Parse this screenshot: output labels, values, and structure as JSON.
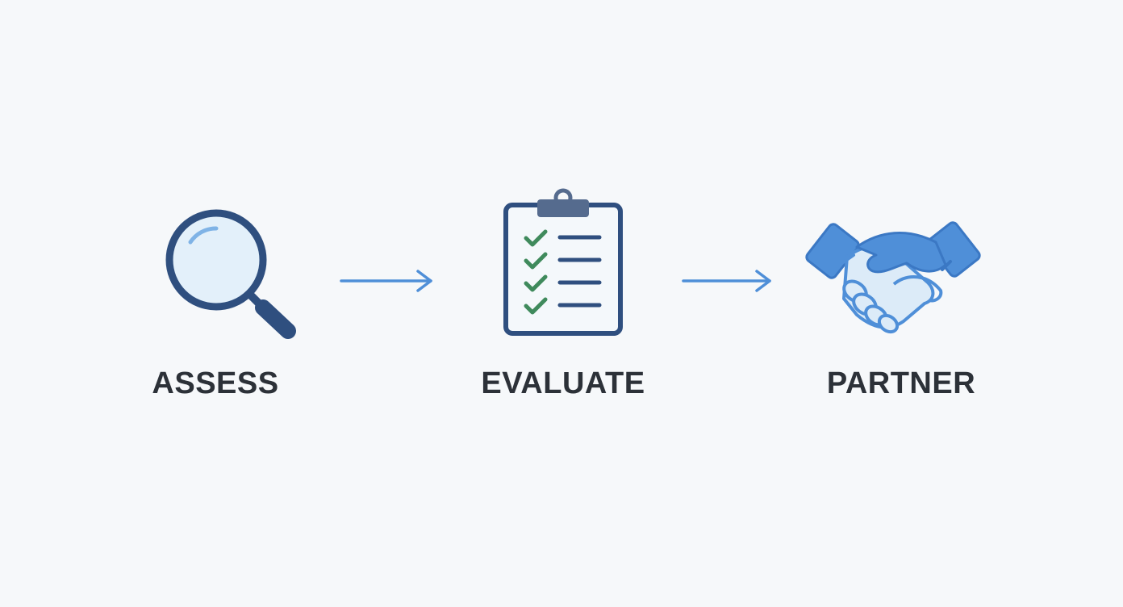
{
  "diagram": {
    "steps": [
      {
        "label": "ASSESS",
        "icon": "magnifying-glass-icon"
      },
      {
        "label": "EVALUATE",
        "icon": "clipboard-checklist-icon"
      },
      {
        "label": "PARTNER",
        "icon": "handshake-icon"
      }
    ],
    "connectors": [
      "arrow-right-icon",
      "arrow-right-icon"
    ],
    "colors": {
      "background": "#f6f8fa",
      "navy": "#2f4f7f",
      "blue": "#4f8fd8",
      "light_blue": "#dcebf8",
      "green": "#3f8a5c",
      "text": "#2c3138"
    }
  }
}
